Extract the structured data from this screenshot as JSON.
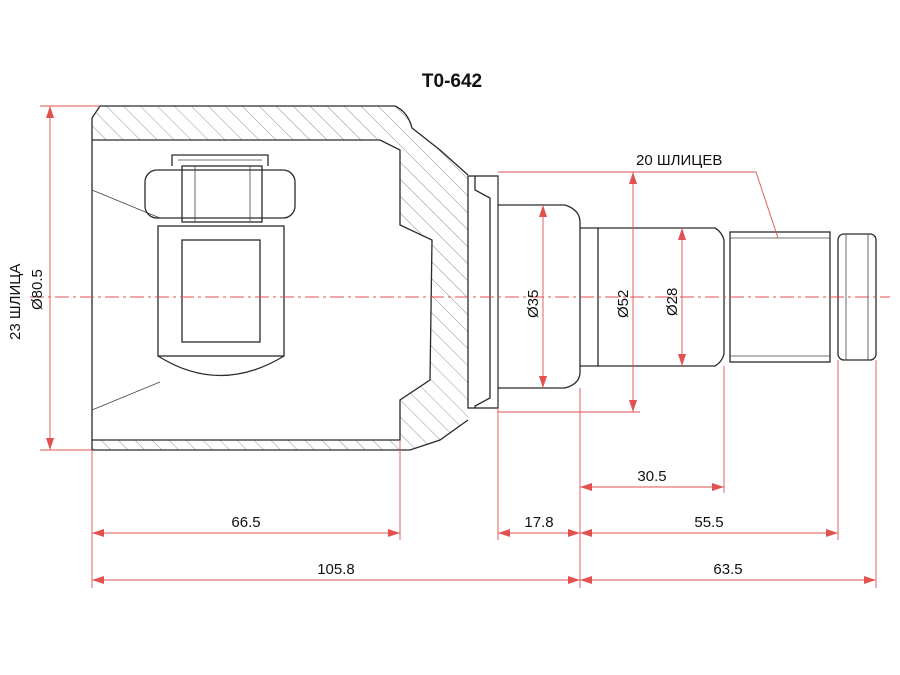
{
  "title": "T0-642",
  "colors": {
    "dimension": "#e35050",
    "outline": "#2a2a2a",
    "hatch": "#777777",
    "background": "#ffffff"
  },
  "labels": {
    "spline_note": "20 ШЛИЦЕВ",
    "left_note": "23 ШЛИЦА",
    "d_outer": "Ø80.5",
    "d35": "Ø35",
    "d52": "Ø52",
    "d28": "Ø28"
  },
  "dimensions": {
    "d1": "66.5",
    "d2": "17.8",
    "d3": "55.5",
    "d4": "30.5",
    "d5": "105.8",
    "d6": "63.5"
  }
}
